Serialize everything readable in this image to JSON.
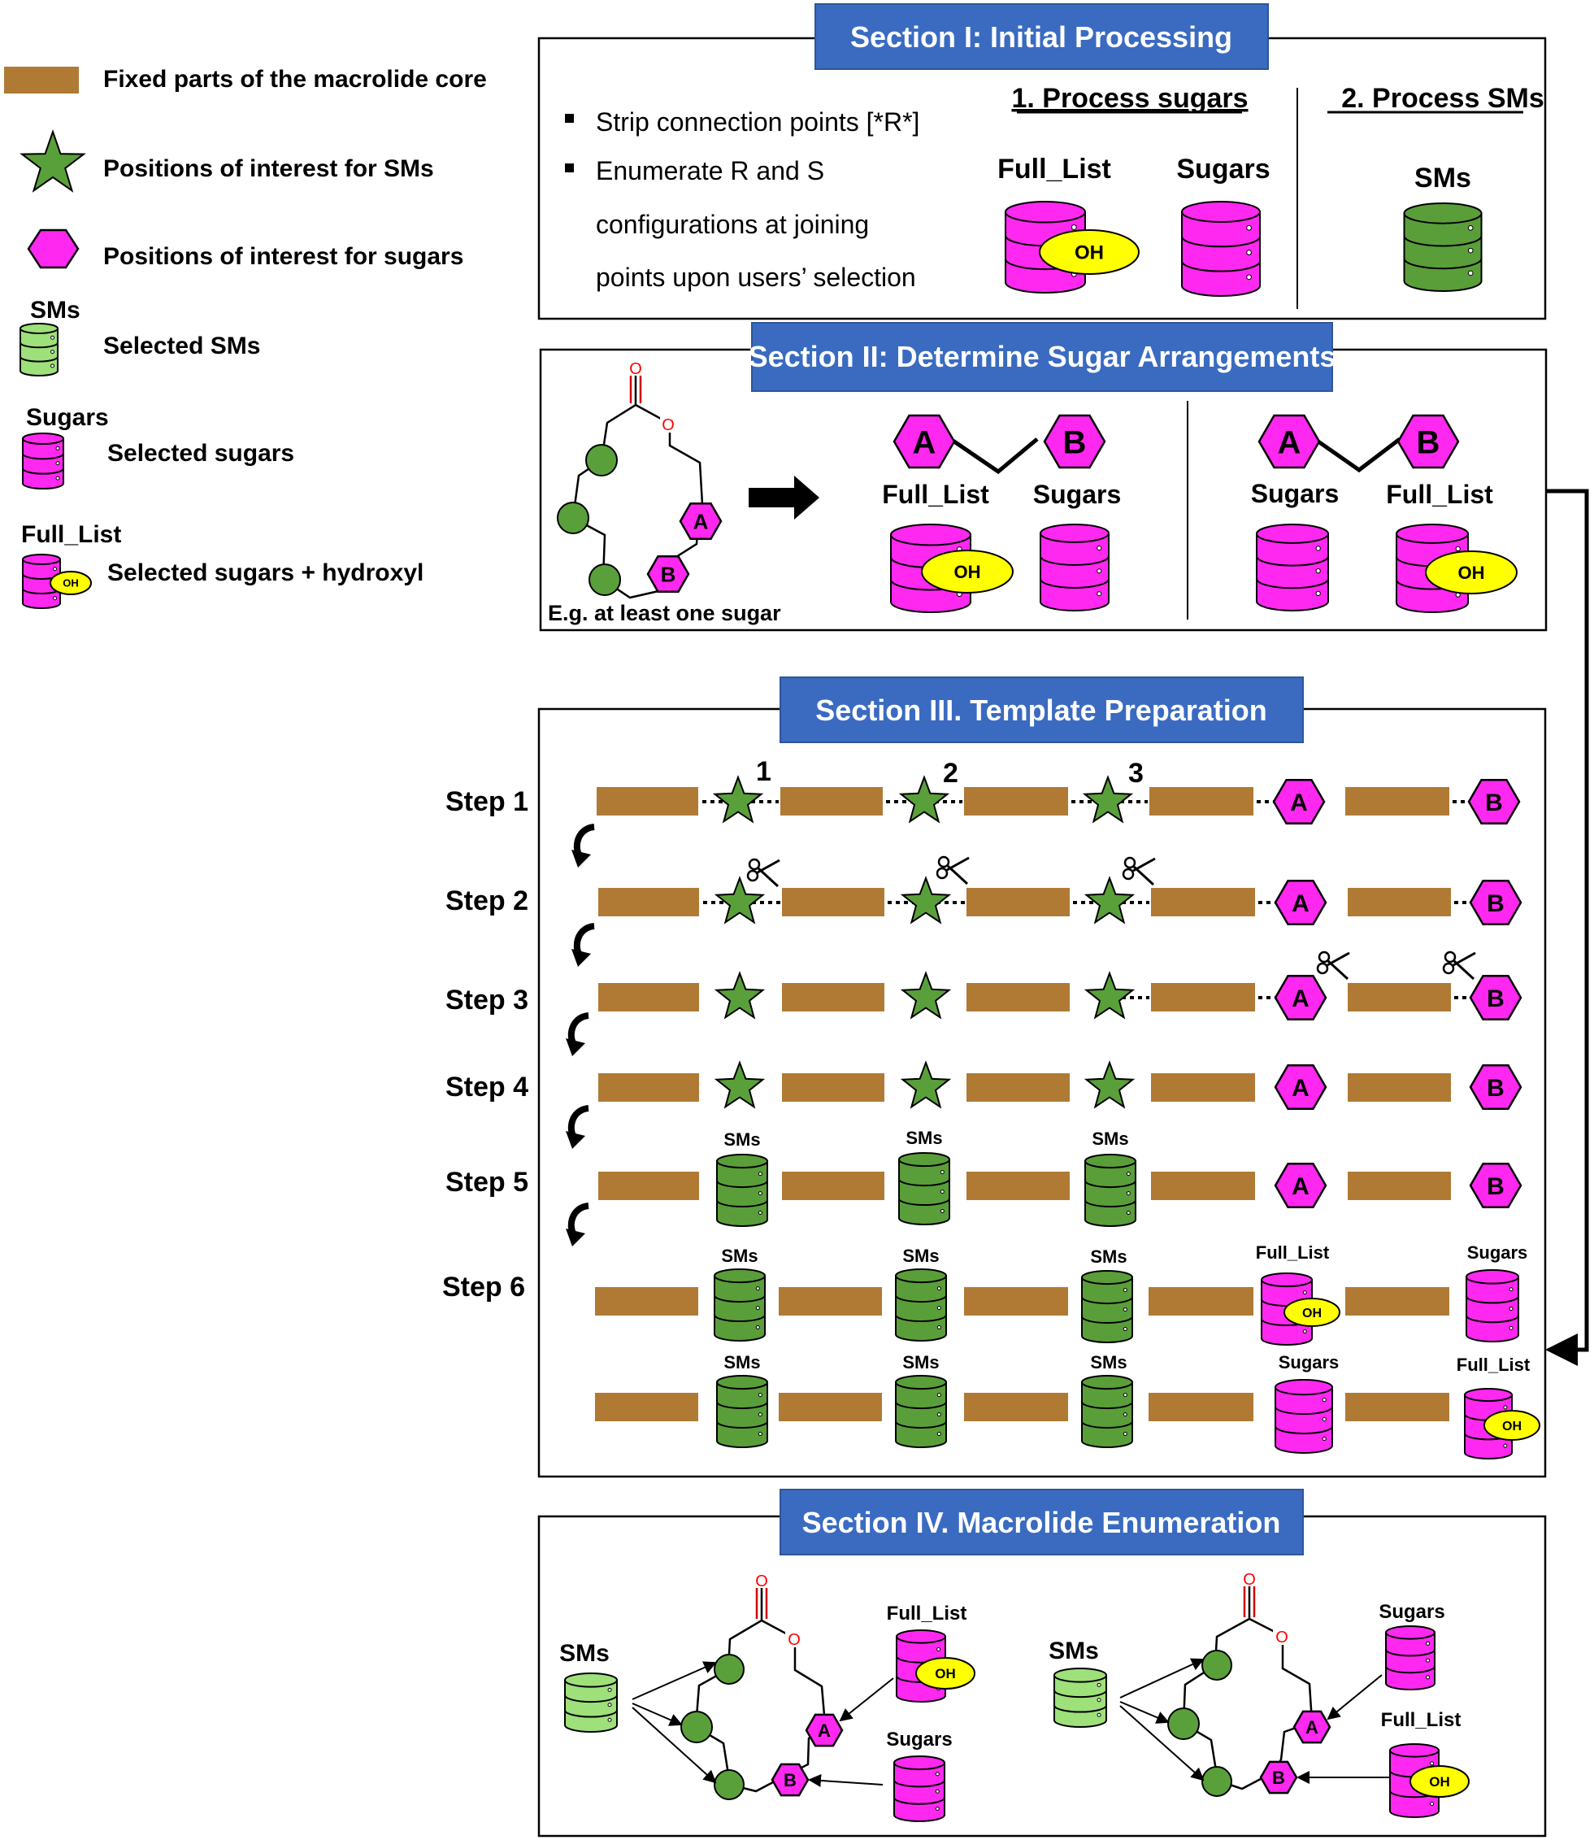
{
  "legend": {
    "core": "Fixed parts of the macrolide core",
    "sm_pos": "Positions of interest for SMs",
    "sugar_pos": "Positions of interest for sugars",
    "sms_title": "SMs",
    "sms_desc": "Selected SMs",
    "sugars_title": "Sugars",
    "sugars_desc": "Selected sugars",
    "full_title": "Full_List",
    "full_desc": "Selected sugars + hydroxyl"
  },
  "section1": {
    "title": "Section I: Initial Processing",
    "bullet1": "Strip connection points [*R*]",
    "bullet2_line1": "Enumerate R and S",
    "bullet2_line2": "configurations at joining",
    "bullet2_line3": "points upon users’ selection",
    "process_sugars": "1. Process sugars",
    "process_sms": "2. Process SMs",
    "full_list": "Full_List",
    "sugars": "Sugars",
    "sms": "SMs"
  },
  "section2": {
    "title": "Section II: Determine Sugar Arrangements",
    "example": "E.g. at least one sugar",
    "full_list": "Full_List",
    "sugars": "Sugars"
  },
  "section3": {
    "title": "Section III. Template Preparation",
    "steps": [
      "Step 1",
      "Step 2",
      "Step 3",
      "Step 4",
      "Step 5",
      "Step 6"
    ],
    "numbers": [
      "1",
      "2",
      "3"
    ],
    "sms": "SMs",
    "full_list": "Full_List",
    "sugars": "Sugars"
  },
  "section4": {
    "title": "Section IV. Macrolide Enumeration",
    "sms": "SMs",
    "full_list": "Full_List",
    "sugars": "Sugars"
  },
  "common": {
    "oh": "OH",
    "hex_a": "A",
    "hex_b": "B",
    "carbonyl_o": "O",
    "ring_o": "O"
  },
  "colors": {
    "header_blue": "#3a6bc1",
    "core_brown": "#b07a35",
    "star_green": "#5aa03a",
    "db_dark_green": "#5a9e3a",
    "db_light_green": "#9ee07a",
    "db_magenta": "#ff28f0",
    "oh_yellow": "#ffff00",
    "oxygen_red": "#ff0000"
  },
  "icons": [
    "star-icon",
    "hexagon-icon",
    "database-icon",
    "scissors-icon",
    "curved-arrow-icon",
    "arrow-icon"
  ]
}
